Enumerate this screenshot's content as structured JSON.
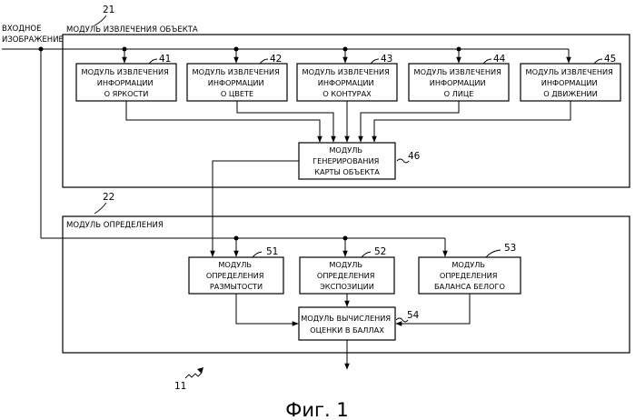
{
  "input_label": [
    "ВХОДНОЕ",
    "ИЗОБРАЖЕНИЕ"
  ],
  "extraction": {
    "ref": "21",
    "title": "МОДУЛЬ ИЗВЛЕЧЕНИЯ ОБЪЕКТА",
    "modules": [
      {
        "ref": "41",
        "lines": [
          "МОДУЛЬ ИЗВЛЕЧЕНИЯ",
          "ИНФОРМАЦИИ",
          "О ЯРКОСТИ"
        ]
      },
      {
        "ref": "42",
        "lines": [
          "МОДУЛЬ ИЗВЛЕЧЕНИЯ",
          "ИНФОРМАЦИИ",
          "О ЦВЕТЕ"
        ]
      },
      {
        "ref": "43",
        "lines": [
          "МОДУЛЬ ИЗВЛЕЧЕНИЯ",
          "ИНФОРМАЦИИ",
          "О КОНТУРАХ"
        ]
      },
      {
        "ref": "44",
        "lines": [
          "МОДУЛЬ ИЗВЛЕЧЕНИЯ",
          "ИНФОРМАЦИИ",
          "О ЛИЦЕ"
        ]
      },
      {
        "ref": "45",
        "lines": [
          "МОДУЛЬ ИЗВЛЕЧЕНИЯ",
          "ИНФОРМАЦИИ",
          "О ДВИЖЕНИИ"
        ]
      }
    ],
    "map": {
      "ref": "46",
      "lines": [
        "МОДУЛЬ",
        "ГЕНЕРИРОВАНИЯ",
        "КАРТЫ ОБЪЕКТА"
      ]
    }
  },
  "determination": {
    "ref": "22",
    "title": "МОДУЛЬ ОПРЕДЕЛЕНИЯ",
    "modules": [
      {
        "ref": "51",
        "lines": [
          "МОДУЛЬ",
          "ОПРЕДЕЛЕНИЯ",
          "РАЗМЫТОСТИ"
        ]
      },
      {
        "ref": "52",
        "lines": [
          "МОДУЛЬ",
          "ОПРЕДЕЛЕНИЯ",
          "ЭКСПОЗИЦИИ"
        ]
      },
      {
        "ref": "53",
        "lines": [
          "МОДУЛЬ",
          "ОПРЕДЕЛЕНИЯ",
          "БАЛАНСА БЕЛОГО"
        ]
      }
    ],
    "score": {
      "ref": "54",
      "lines": [
        "МОДУЛЬ ВЫЧИСЛЕНИЯ",
        "ОЦЕНКИ В БАЛЛАХ"
      ]
    }
  },
  "device_ref": "11",
  "caption": "Фиг. 1"
}
